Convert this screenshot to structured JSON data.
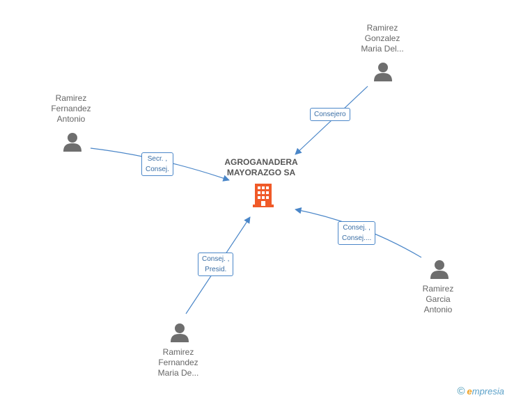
{
  "company": {
    "name_lines": [
      "AGROGANADERA",
      "MAYORAZGO SA"
    ],
    "icon": "building-icon",
    "color": "#f05a28"
  },
  "persons": [
    {
      "id": "p1",
      "name_lines": [
        "Ramirez",
        "Fernandez",
        "Antonio"
      ],
      "icon": "person-icon",
      "role_lines": [
        "Secr. ,",
        "Consej."
      ]
    },
    {
      "id": "p2",
      "name_lines": [
        "Ramirez",
        "Gonzalez",
        "Maria Del..."
      ],
      "icon": "person-icon",
      "role_lines": [
        "Consejero"
      ]
    },
    {
      "id": "p3",
      "name_lines": [
        "Ramirez",
        "Fernandez",
        "Maria De..."
      ],
      "icon": "person-icon",
      "role_lines": [
        "Consej. ,",
        "Presid."
      ]
    },
    {
      "id": "p4",
      "name_lines": [
        "Ramirez",
        "Garcia",
        "Antonio"
      ],
      "icon": "person-icon",
      "role_lines": [
        "Consej. ,",
        "Consej...."
      ]
    }
  ],
  "colors": {
    "edge": "#4a86c8",
    "person": "#6e6e6e",
    "text": "#666666"
  },
  "footer": {
    "copyright": "©",
    "brand_first": "e",
    "brand_rest": "mpresia"
  }
}
